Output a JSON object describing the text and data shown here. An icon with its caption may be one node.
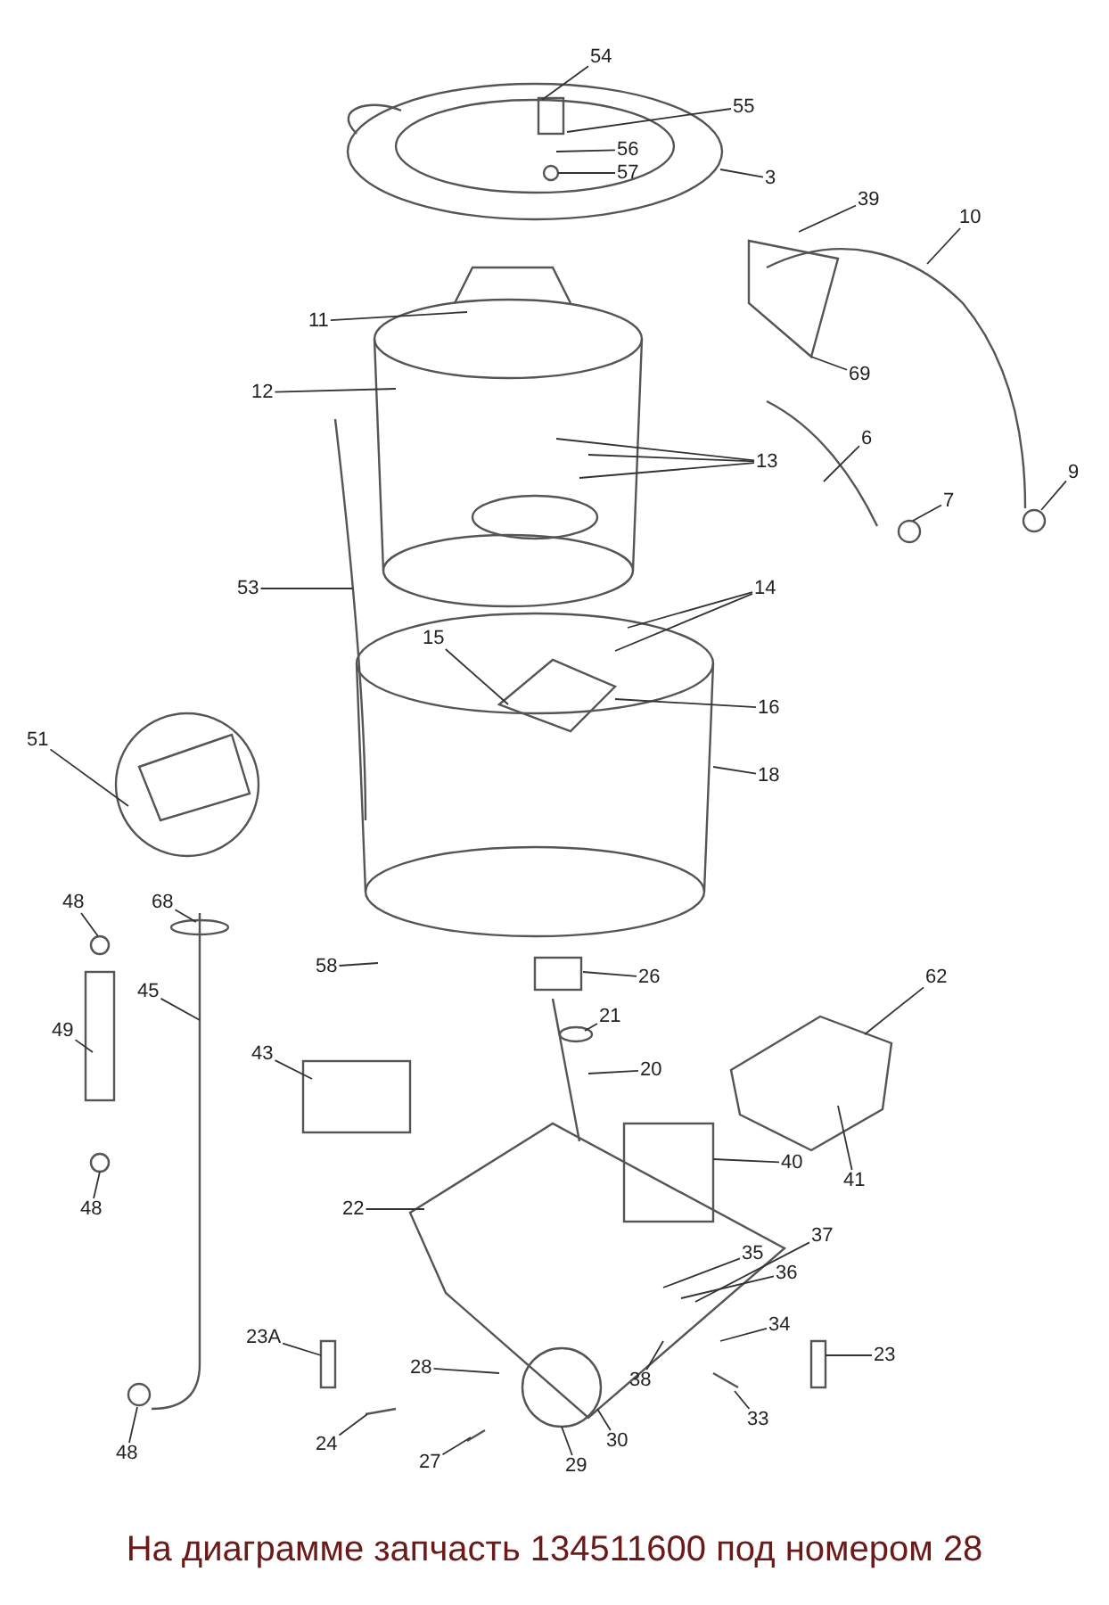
{
  "diagram": {
    "caption": "На диаграмме запчасть 134511600 под номером 28",
    "nodes": [
      {
        "text": [
          "54"
        ]
      },
      {
        "text": [
          "55"
        ]
      },
      {
        "text": [
          "56"
        ]
      },
      {
        "text": [
          "57"
        ]
      },
      {
        "text": [
          "3"
        ]
      },
      {
        "text": [
          "39"
        ]
      },
      {
        "text": [
          "10"
        ]
      },
      {
        "text": [
          "11"
        ]
      },
      {
        "text": [
          "69"
        ]
      },
      {
        "text": [
          "12"
        ]
      },
      {
        "text": [
          "13"
        ]
      },
      {
        "text": [
          "6"
        ]
      },
      {
        "text": [
          "7"
        ]
      },
      {
        "text": [
          "9"
        ]
      },
      {
        "text": [
          "53"
        ]
      },
      {
        "text": [
          "14"
        ]
      },
      {
        "text": [
          "15"
        ]
      },
      {
        "text": [
          "16"
        ]
      },
      {
        "text": [
          "51"
        ]
      },
      {
        "text": [
          "18"
        ]
      },
      {
        "text": [
          "48"
        ]
      },
      {
        "text": [
          "68"
        ]
      },
      {
        "text": [
          "58"
        ]
      },
      {
        "text": [
          "26"
        ]
      },
      {
        "text": [
          "62"
        ]
      },
      {
        "text": [
          "45"
        ]
      },
      {
        "text": [
          "49"
        ]
      },
      {
        "text": [
          "21"
        ]
      },
      {
        "text": [
          "20"
        ]
      },
      {
        "text": [
          "43"
        ]
      },
      {
        "text": [
          "40"
        ]
      },
      {
        "text": [
          "41"
        ]
      },
      {
        "text": [
          "48"
        ]
      },
      {
        "text": [
          "22"
        ]
      },
      {
        "text": [
          "35"
        ]
      },
      {
        "text": [
          "37"
        ]
      },
      {
        "text": [
          "36"
        ]
      },
      {
        "text": [
          "38"
        ]
      },
      {
        "text": [
          "34"
        ]
      },
      {
        "text": [
          "23A"
        ]
      },
      {
        "text": [
          "28"
        ]
      },
      {
        "text": [
          "23"
        ]
      },
      {
        "text": [
          "33"
        ]
      },
      {
        "text": [
          "24"
        ]
      },
      {
        "text": [
          "30"
        ]
      },
      {
        "text": [
          "29"
        ]
      },
      {
        "text": [
          "27"
        ]
      },
      {
        "text": [
          "48"
        ]
      }
    ],
    "edges": [
      {
        "from": 0,
        "to": null,
        "arrow": "none"
      },
      {
        "from": 1,
        "to": null,
        "arrow": "none"
      },
      {
        "from": 2,
        "to": null,
        "arrow": "none"
      },
      {
        "from": 3,
        "to": null,
        "arrow": "none"
      },
      {
        "from": 4,
        "to": null,
        "arrow": "none"
      },
      {
        "from": 5,
        "to": null,
        "arrow": "none"
      },
      {
        "from": 6,
        "to": null,
        "arrow": "none"
      },
      {
        "from": 7,
        "to": null,
        "arrow": "none"
      },
      {
        "from": 8,
        "to": null,
        "arrow": "none"
      },
      {
        "from": 9,
        "to": null,
        "arrow": "none"
      },
      {
        "from": 10,
        "to": null,
        "arrow": "none"
      },
      {
        "from": 10,
        "to": null,
        "arrow": "none"
      },
      {
        "from": 10,
        "to": null,
        "arrow": "none"
      },
      {
        "from": 11,
        "to": null,
        "arrow": "none"
      },
      {
        "from": 12,
        "to": null,
        "arrow": "none"
      },
      {
        "from": 13,
        "to": null,
        "arrow": "none"
      },
      {
        "from": 14,
        "to": null,
        "arrow": "none"
      },
      {
        "from": 15,
        "to": null,
        "arrow": "none"
      },
      {
        "from": 15,
        "to": null,
        "arrow": "none"
      },
      {
        "from": 16,
        "to": null,
        "arrow": "none"
      },
      {
        "from": 17,
        "to": null,
        "arrow": "none"
      },
      {
        "from": 18,
        "to": null,
        "arrow": "none"
      },
      {
        "from": 19,
        "to": null,
        "arrow": "none"
      },
      {
        "from": 20,
        "to": null,
        "arrow": "none"
      },
      {
        "from": 21,
        "to": null,
        "arrow": "none"
      },
      {
        "from": 22,
        "to": null,
        "arrow": "none"
      },
      {
        "from": 23,
        "to": null,
        "arrow": "none"
      },
      {
        "from": 24,
        "to": null,
        "arrow": "none"
      },
      {
        "from": 25,
        "to": null,
        "arrow": "none"
      },
      {
        "from": 26,
        "to": null,
        "arrow": "none"
      },
      {
        "from": 27,
        "to": null,
        "arrow": "none"
      },
      {
        "from": 28,
        "to": null,
        "arrow": "none"
      },
      {
        "from": 29,
        "to": null,
        "arrow": "none"
      },
      {
        "from": 30,
        "to": null,
        "arrow": "none"
      },
      {
        "from": 31,
        "to": null,
        "arrow": "none"
      },
      {
        "from": 32,
        "to": null,
        "arrow": "none"
      },
      {
        "from": 33,
        "to": null,
        "arrow": "none"
      },
      {
        "from": 34,
        "to": null,
        "arrow": "none"
      },
      {
        "from": 35,
        "to": null,
        "arrow": "none"
      },
      {
        "from": 36,
        "to": null,
        "arrow": "none"
      },
      {
        "from": 37,
        "to": null,
        "arrow": "none"
      },
      {
        "from": 38,
        "to": null,
        "arrow": "none"
      },
      {
        "from": 39,
        "to": null,
        "arrow": "none"
      },
      {
        "from": 40,
        "to": null,
        "arrow": "none"
      },
      {
        "from": 41,
        "to": null,
        "arrow": "none"
      },
      {
        "from": 42,
        "to": null,
        "arrow": "none"
      },
      {
        "from": 43,
        "to": null,
        "arrow": "none"
      },
      {
        "from": 44,
        "to": null,
        "arrow": "none"
      },
      {
        "from": 45,
        "to": null,
        "arrow": "none"
      },
      {
        "from": 46,
        "to": null,
        "arrow": "none"
      },
      {
        "from": 47,
        "to": null,
        "arrow": "none"
      }
    ]
  }
}
